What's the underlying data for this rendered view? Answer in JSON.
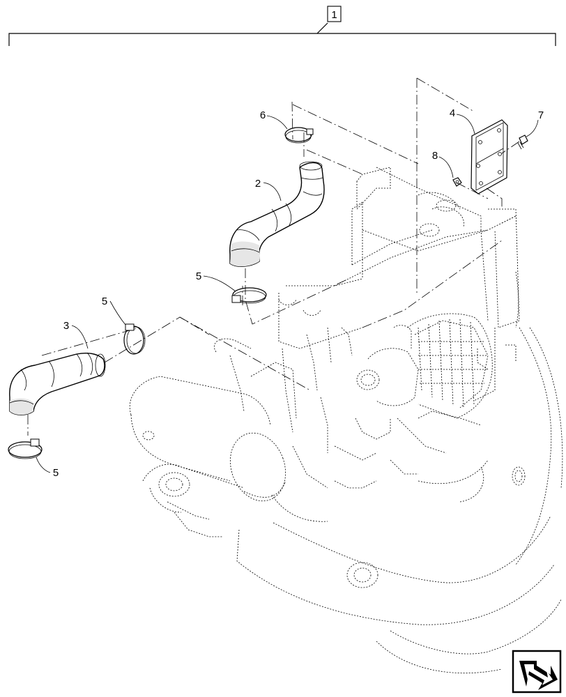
{
  "assembly_label": "1",
  "callouts": {
    "c2": "2",
    "c3": "3",
    "c4": "4",
    "c5a": "5",
    "c5b": "5",
    "c5c": "5",
    "c6": "6",
    "c7": "7",
    "c8": "8"
  },
  "nav_icon": "next-page-arrow-icon"
}
